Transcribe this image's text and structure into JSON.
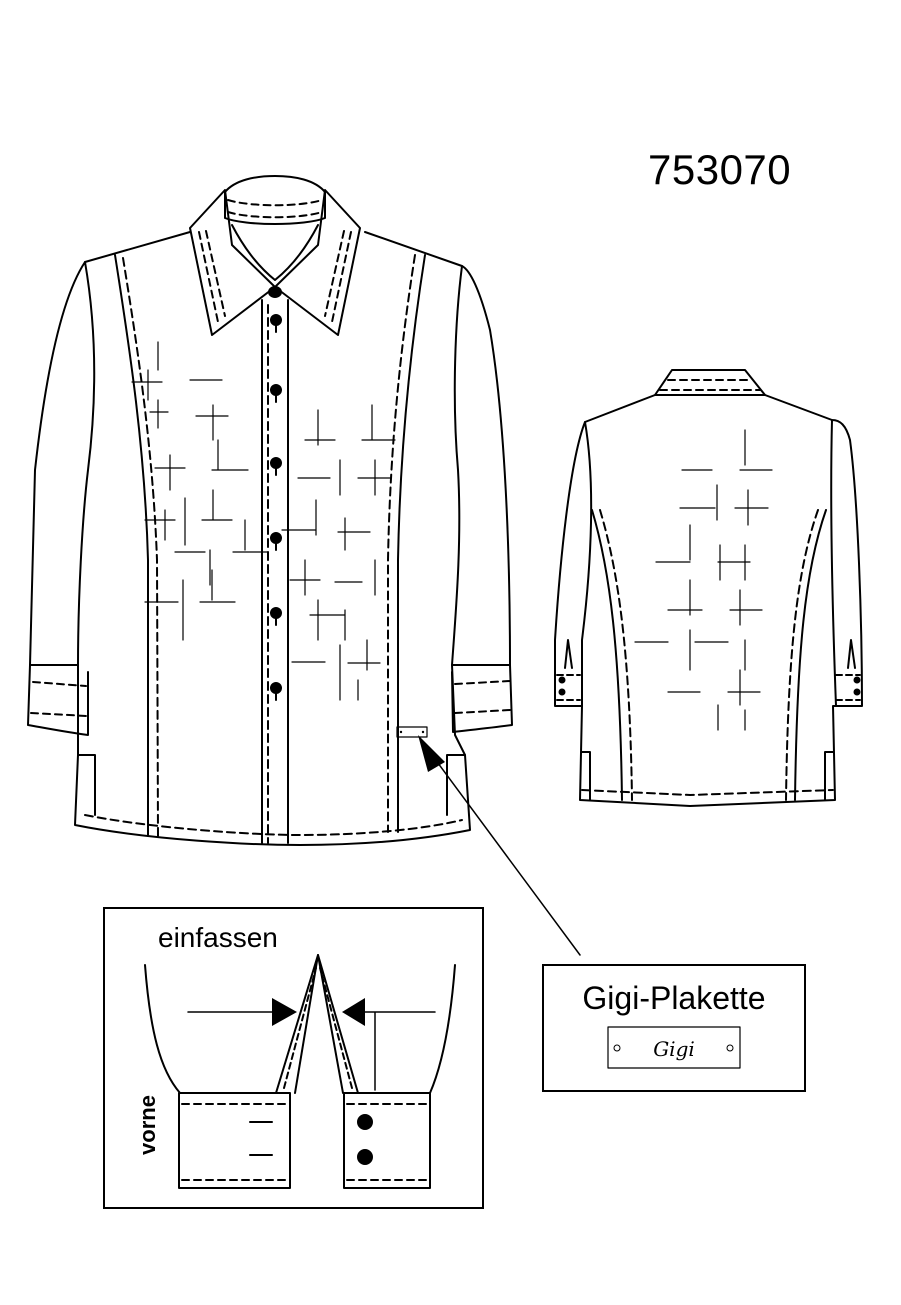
{
  "sheet": {
    "style_number": "753070"
  },
  "label_callout": {
    "title": "Gigi-Plakette",
    "plate_brand": "Gigi"
  },
  "cuff_detail": {
    "title": "einfassen",
    "side_label": "vorne"
  }
}
